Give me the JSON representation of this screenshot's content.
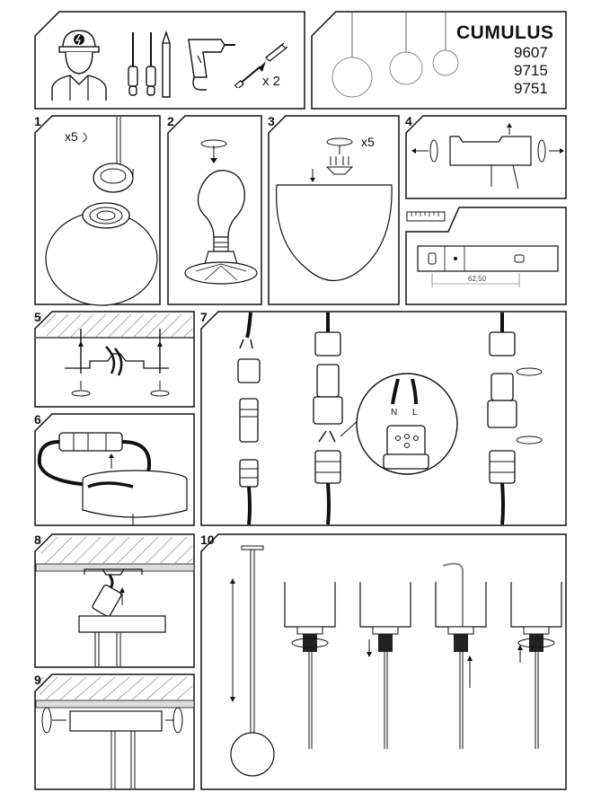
{
  "product": {
    "brand": "CUMULUS",
    "models": [
      "9607",
      "9715",
      "9751"
    ]
  },
  "tools": {
    "anchor_quantity": "x 2"
  },
  "steps": {
    "s1": {
      "num": "1",
      "screw_count": "x5"
    },
    "s2": {
      "num": "2"
    },
    "s3": {
      "num": "3",
      "screw_count": "x5"
    },
    "s4": {
      "num": "4",
      "dimension": "62,50"
    },
    "s5": {
      "num": "5"
    },
    "s6": {
      "num": "6"
    },
    "s7": {
      "num": "7",
      "wire_n": "N",
      "wire_l": "L"
    },
    "s8": {
      "num": "8"
    },
    "s9": {
      "num": "9"
    },
    "s10": {
      "num": "10"
    }
  },
  "icons": [
    "electrician-icon",
    "screwdriver-icon",
    "pencil-icon",
    "drill-icon",
    "wall-anchor-icon",
    "pendant-globe-icon",
    "bulb-icon",
    "ruler-icon"
  ]
}
